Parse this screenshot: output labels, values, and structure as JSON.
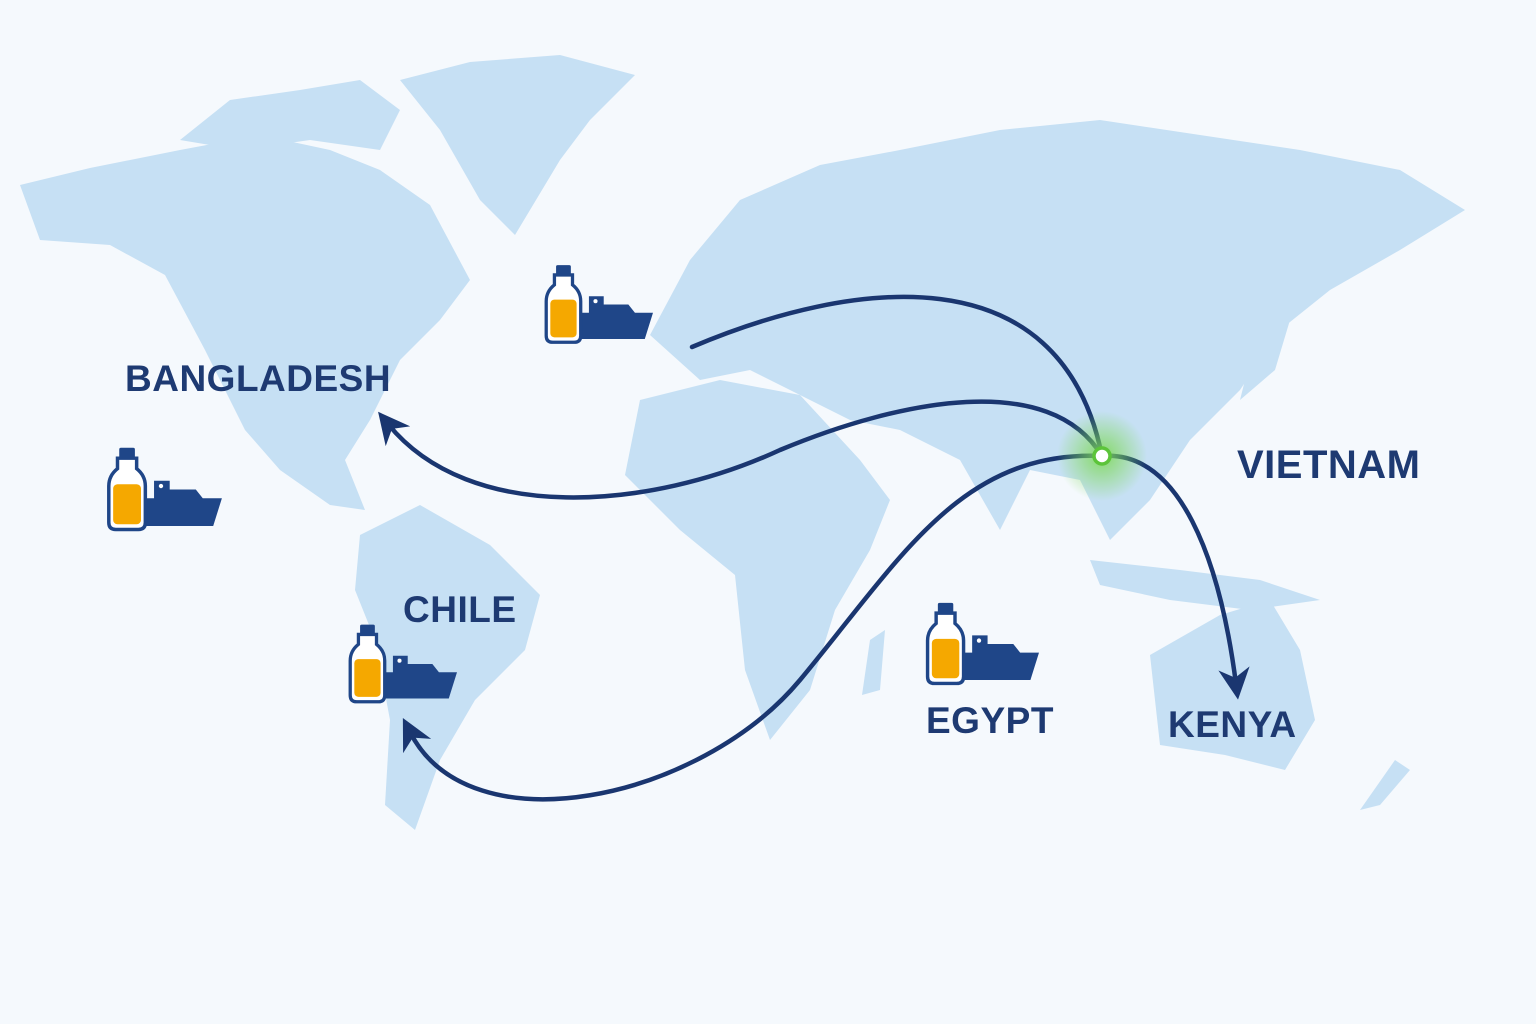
{
  "colors": {
    "ocean": "#f5f9fd",
    "land": "#c6e0f4",
    "route": "#1a3670",
    "origin_glow": "#7ed957",
    "juice": "#f5a800"
  },
  "origin": {
    "name": "origin-point",
    "icon": "green-glow-dot"
  },
  "labels": {
    "bangladesh": "BANGLADESH",
    "vietnam": "VIETNAM",
    "chile": "CHILE",
    "egypt": "EGYPT",
    "kenya": "KENYA"
  },
  "icons": [
    "juice-bottle-icon",
    "cargo-ship-icon"
  ]
}
